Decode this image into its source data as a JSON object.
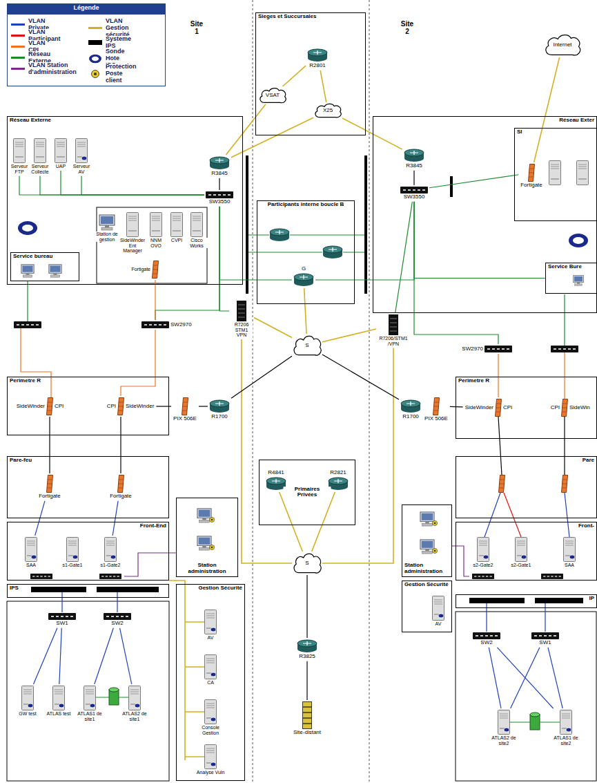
{
  "diagram": {
    "nodes": [
      {
        "text": [
          "Réseau Externe"
        ]
      },
      {
        "text": [
          "Serveur FTP"
        ],
        "in": 0
      },
      {
        "text": [
          "Serveur Collecte"
        ],
        "in": 0
      },
      {
        "text": [
          "UAP"
        ],
        "in": 0
      },
      {
        "text": [
          "Serveur AV"
        ],
        "in": 0
      },
      {
        "text": [
          "R3845"
        ],
        "in": 0
      },
      {
        "text": [
          "SW3550"
        ],
        "in": 0
      },
      {
        "text": [
          "Station de gestion"
        ],
        "in": 0
      },
      {
        "text": [
          "SideWinder Ent Manager"
        ],
        "in": 0
      },
      {
        "text": [
          "NNM OVO"
        ],
        "in": 0
      },
      {
        "text": [
          "CVPI"
        ],
        "in": 0
      },
      {
        "text": [
          "Cisco Works"
        ],
        "in": 0
      },
      {
        "text": [
          "Fortigate"
        ],
        "in": 0
      },
      {
        "text": [
          "Service bureau"
        ],
        "in": 0
      },
      {
        "text": [
          "SW2970"
        ]
      },
      {
        "text": [
          "R7206 STM1 VPN"
        ]
      },
      {
        "text": [
          "Perimetre R"
        ]
      },
      {
        "text": [
          "SideWinder",
          "CPI"
        ],
        "in": 16
      },
      {
        "text": [
          "CPI",
          "SideWinder"
        ],
        "in": 16
      },
      {
        "text": [
          "PIX 506E"
        ]
      },
      {
        "text": [
          "R1700"
        ]
      },
      {
        "text": [
          "Pare-feu"
        ]
      },
      {
        "text": [
          "Fortigate"
        ],
        "in": 21
      },
      {
        "text": [
          "Fortigate"
        ],
        "in": 21
      },
      {
        "text": [
          "Front-End"
        ]
      },
      {
        "text": [
          "SAA"
        ],
        "in": 24
      },
      {
        "text": [
          "s1-Gate1"
        ],
        "in": 24
      },
      {
        "text": [
          "s1-Gate2"
        ],
        "in": 24
      },
      {
        "text": [
          "IPS"
        ]
      },
      {
        "text": [
          "SW1"
        ]
      },
      {
        "text": [
          "SW2"
        ]
      },
      {
        "text": [
          "GW test"
        ]
      },
      {
        "text": [
          "ATLAS test"
        ]
      },
      {
        "text": [
          "ATLAS1 de site1"
        ]
      },
      {
        "text": [
          "ATLAS2 de site1"
        ]
      },
      {
        "text": [
          "Station administration"
        ]
      },
      {
        "text": [
          "Gestion Sécurité"
        ]
      },
      {
        "text": [
          "AV"
        ],
        "in": 36
      },
      {
        "text": [
          "CA"
        ],
        "in": 36
      },
      {
        "text": [
          "Console Gestion"
        ],
        "in": 36
      },
      {
        "text": [
          "Analyse Vuln"
        ],
        "in": 36
      },
      {
        "text": [
          "Sieges et Succursales"
        ]
      },
      {
        "text": [
          "R2801"
        ],
        "in": 41
      },
      {
        "text": [
          "VSAT"
        ],
        "in": 41
      },
      {
        "text": [
          "X25"
        ],
        "in": 41
      },
      {
        "text": [
          "Participants interne boucle B"
        ]
      },
      {
        "text": [
          "G"
        ],
        "in": 45
      },
      {
        "text": [
          "S"
        ]
      },
      {
        "text": [
          "Primaires Privées"
        ]
      },
      {
        "text": [
          "R4841"
        ],
        "in": 48
      },
      {
        "text": [
          "R2821"
        ],
        "in": 48
      },
      {
        "text": [
          "S"
        ]
      },
      {
        "text": [
          "R3825"
        ]
      },
      {
        "text": [
          "Site-distant"
        ]
      },
      {
        "text": [
          "Réseau Exter"
        ]
      },
      {
        "text": [
          "SI"
        ],
        "in": 54
      },
      {
        "text": [
          "Fortigate"
        ],
        "in": 55
      },
      {
        "text": [
          "R3845"
        ],
        "in": 54
      },
      {
        "text": [
          "SW3550"
        ],
        "in": 54
      },
      {
        "text": [
          "Service Bure"
        ],
        "in": 54
      },
      {
        "text": [
          "Internet"
        ]
      },
      {
        "text": [
          "R7206/STM1 /VPN"
        ]
      },
      {
        "text": [
          "SW2970"
        ]
      },
      {
        "text": [
          "R1700"
        ]
      },
      {
        "text": [
          "PIX 506E"
        ]
      },
      {
        "text": [
          "Perimetre R"
        ]
      },
      {
        "text": [
          "SideWinder",
          "CPI"
        ],
        "in": 65
      },
      {
        "text": [
          "CPI",
          "SideWin"
        ],
        "in": 65
      },
      {
        "text": [
          "Pare"
        ]
      },
      {
        "text": [
          "Front-"
        ]
      },
      {
        "text": [
          "s2-Gate2"
        ],
        "in": 69
      },
      {
        "text": [
          "s2-Gate1"
        ],
        "in": 69
      },
      {
        "text": [
          "SAA"
        ],
        "in": 69
      },
      {
        "text": [
          "Station administration"
        ]
      },
      {
        "text": [
          "Gestion Sécurité"
        ]
      },
      {
        "text": [
          "AV"
        ],
        "in": 74
      },
      {
        "text": [
          "IP"
        ]
      },
      {
        "text": [
          "SW2"
        ]
      },
      {
        "text": [
          "SW1"
        ]
      },
      {
        "text": [
          "ATLAS2 de site2"
        ]
      },
      {
        "text": [
          "ATLAS1 de site2"
        ]
      }
    ],
    "edges": [
      {
        "from": 5,
        "to": 6,
        "arrow": "none"
      },
      {
        "from": 42,
        "to": 43,
        "arrow": "none"
      },
      {
        "from": 42,
        "to": 44,
        "arrow": "none"
      },
      {
        "from": 5,
        "to": 43,
        "arrow": "none"
      },
      {
        "from": 5,
        "to": 44,
        "arrow": "none"
      },
      {
        "from": 44,
        "to": 57,
        "arrow": "none"
      },
      {
        "from": 57,
        "to": 58,
        "arrow": "none"
      },
      {
        "from": 1,
        "to": 6,
        "arrow": "none"
      },
      {
        "from": 2,
        "to": 6,
        "arrow": "none"
      },
      {
        "from": 3,
        "to": 6,
        "arrow": "none"
      },
      {
        "from": 4,
        "to": 6,
        "arrow": "none"
      },
      {
        "from": 6,
        "to": 15,
        "arrow": "none"
      },
      {
        "from": 6,
        "to": 14,
        "arrow": "none"
      },
      {
        "from": 6,
        "to": 46,
        "arrow": "none"
      },
      {
        "from": 58,
        "to": 46,
        "arrow": "none"
      },
      {
        "from": 46,
        "to": 47,
        "arrow": "none"
      },
      {
        "from": 15,
        "to": 47,
        "arrow": "none"
      },
      {
        "from": 61,
        "to": 47,
        "arrow": "none"
      },
      {
        "from": 15,
        "to": 51,
        "arrow": "none"
      },
      {
        "from": 61,
        "to": 51,
        "arrow": "none"
      },
      {
        "from": 20,
        "to": 47,
        "arrow": "none"
      },
      {
        "from": 63,
        "to": 47,
        "arrow": "none"
      },
      {
        "from": 19,
        "to": 20,
        "arrow": "none"
      },
      {
        "from": 18,
        "to": 19,
        "arrow": "none"
      },
      {
        "from": 63,
        "to": 64,
        "arrow": "none"
      },
      {
        "from": 64,
        "to": 66,
        "arrow": "none"
      },
      {
        "from": 12,
        "to": 14,
        "arrow": "none"
      },
      {
        "from": 14,
        "to": 18,
        "arrow": "none"
      },
      {
        "from": 17,
        "to": 22,
        "arrow": "none"
      },
      {
        "from": 18,
        "to": 23,
        "arrow": "none"
      },
      {
        "from": 22,
        "to": 25,
        "arrow": "none"
      },
      {
        "from": 23,
        "to": 27,
        "arrow": "none"
      },
      {
        "from": 29,
        "to": 31,
        "arrow": "none"
      },
      {
        "from": 29,
        "to": 32,
        "arrow": "none"
      },
      {
        "from": 30,
        "to": 33,
        "arrow": "none"
      },
      {
        "from": 30,
        "to": 34,
        "arrow": "none"
      },
      {
        "from": 49,
        "to": 51,
        "arrow": "none"
      },
      {
        "from": 50,
        "to": 51,
        "arrow": "none"
      },
      {
        "from": 51,
        "to": 52,
        "arrow": "none"
      },
      {
        "from": 52,
        "to": 53,
        "arrow": "none"
      },
      {
        "from": 58,
        "to": 56,
        "arrow": "none"
      },
      {
        "from": 60,
        "to": 56,
        "arrow": "none"
      },
      {
        "from": 58,
        "to": 59,
        "arrow": "none"
      },
      {
        "from": 58,
        "to": 61,
        "arrow": "none"
      },
      {
        "from": 58,
        "to": 62,
        "arrow": "none"
      },
      {
        "from": 62,
        "to": 66,
        "arrow": "none"
      },
      {
        "from": 77,
        "to": 79,
        "arrow": "none"
      },
      {
        "from": 78,
        "to": 80,
        "arrow": "none"
      },
      {
        "from": 77,
        "to": 80,
        "arrow": "none"
      },
      {
        "from": 78,
        "to": 79,
        "arrow": "none"
      }
    ],
    "labels": [
      "Légende",
      "Site 1",
      "Site 2"
    ],
    "legend": [
      {
        "text": "VLAN Private",
        "color": "#1f3fbf"
      },
      {
        "text": "VLAN Participant",
        "color": "#e01010"
      },
      {
        "text": "VLAN CPI",
        "color": "#f07020"
      },
      {
        "text": "Réseau Externe",
        "color": "#1a8a2a"
      },
      {
        "text": "VLAN Station d'administration",
        "color": "#7a2a8a"
      },
      {
        "text": "VLAN Gestion sécurité",
        "color": "#d4b020"
      },
      {
        "text": "Systeme IPS",
        "color": "#000000"
      },
      {
        "text": "Sonde Hote IPS"
      },
      {
        "text": "Protection Poste client"
      }
    ]
  }
}
